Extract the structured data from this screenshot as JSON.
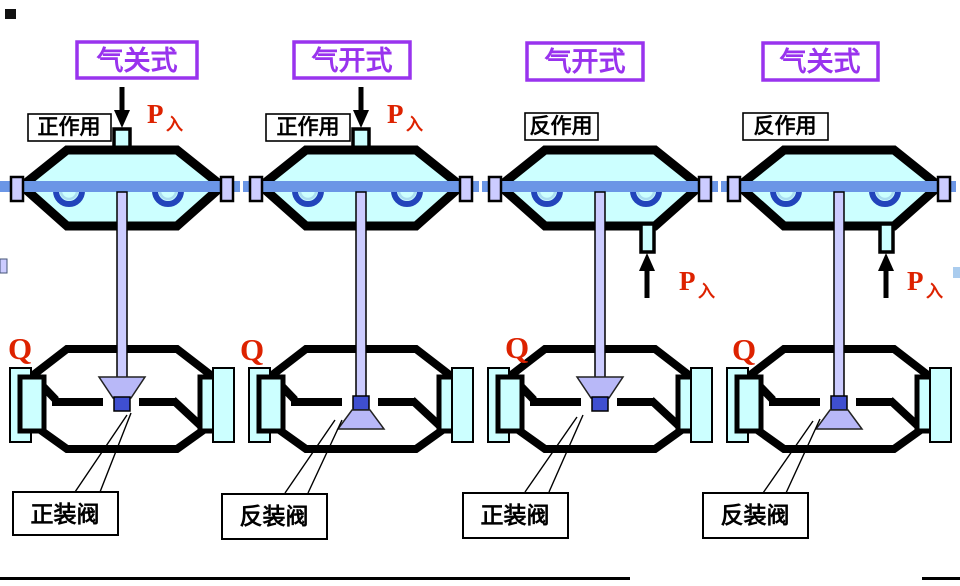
{
  "valves": [
    {
      "air_mode": "气关式",
      "action_type": "正作用",
      "pressure_in": "P",
      "pressure_in_sub": "入",
      "flow": "Q",
      "mount_type": "正装阀",
      "air_entry": "top",
      "plug_orientation": "normal"
    },
    {
      "air_mode": "气开式",
      "action_type": "正作用",
      "pressure_in": "P",
      "pressure_in_sub": "入",
      "flow": "Q",
      "mount_type": "反装阀",
      "air_entry": "top",
      "plug_orientation": "inverted"
    },
    {
      "air_mode": "气开式",
      "action_type": "反作用",
      "pressure_in": "P",
      "pressure_in_sub": "入",
      "flow": "Q",
      "mount_type": "正装阀",
      "air_entry": "bottom",
      "plug_orientation": "normal"
    },
    {
      "air_mode": "气关式",
      "action_type": "反作用",
      "pressure_in": "P",
      "pressure_in_sub": "入",
      "flow": "Q",
      "mount_type": "反装阀",
      "air_entry": "bottom",
      "plug_orientation": "inverted"
    }
  ],
  "colors": {
    "mode_purple": "#9933ee",
    "signal_red": "#dd2200",
    "actuator_cyan": "#ccffff",
    "diaphragm_blue": "#6b96e6",
    "stem_lavender": "#ccccff",
    "plug_lavender": "#b8b8f8",
    "seat_blue": "#3f4fd0",
    "spring_blue": "#2244bb",
    "outline_black": "#000000"
  }
}
